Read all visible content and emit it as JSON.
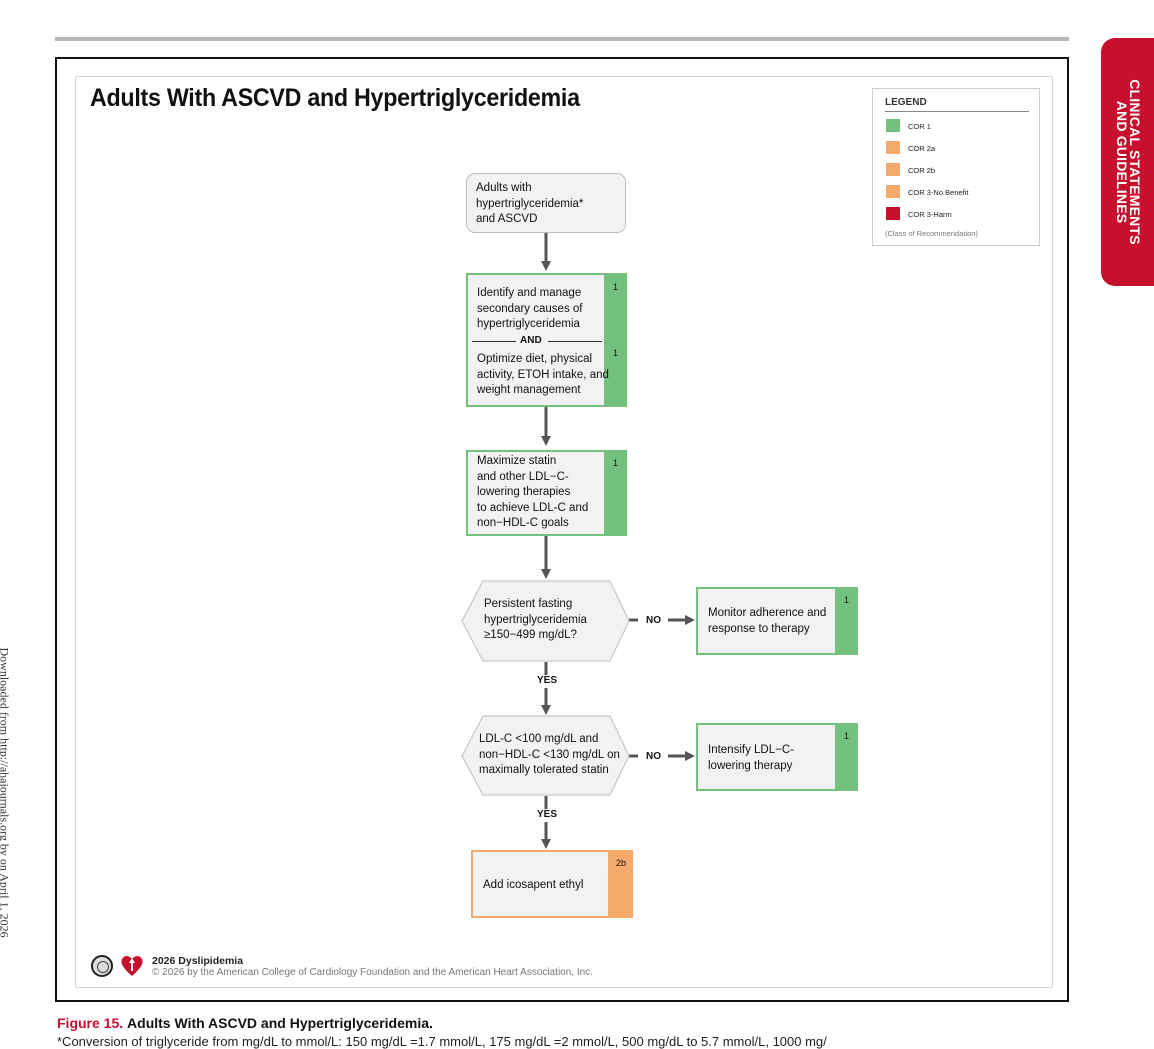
{
  "side_tab": {
    "line1": "CLINICAL STATEMENTS",
    "line2": "AND GUIDELINES"
  },
  "side_download": "Downloaded from http://ahajournals.org by on April 1, 2026",
  "figure": {
    "title": "Adults With ASCVD and Hypertriglyceridemia",
    "legend": {
      "title": "LEGEND",
      "items": [
        {
          "label": "COR 1",
          "color": "#74c17f"
        },
        {
          "label": "COR 2a",
          "color": "#f5a96b"
        },
        {
          "label": "COR 2b",
          "color": "#f5a96b"
        },
        {
          "label": "COR 3-No Benefit",
          "color": "#f5a96b"
        },
        {
          "label": "COR 3-Harm",
          "color": "#c9102b"
        }
      ],
      "note": "(Class of Recommendation)"
    },
    "start": {
      "line1": "Adults with",
      "line2": "hypertriglyceridemia*",
      "line3": "and ASCVD"
    },
    "step1": {
      "a_line1": "Identify and manage",
      "a_line2": "secondary causes of",
      "a_line3": "hypertriglyceridemia",
      "a_cor": "1",
      "and_label": "AND",
      "b_line1": "Optimize diet, physical",
      "b_line2": "activity, ETOH intake, and",
      "b_line3": "weight management",
      "b_cor": "1"
    },
    "step2": {
      "line1": "Maximize statin",
      "line2": "and other LDL−C-",
      "line3": "lowering therapies",
      "line4": "to achieve LDL-C and",
      "line5": "non−HDL-C goals",
      "cor": "1"
    },
    "decision1": {
      "line1": "Persistent fasting",
      "line2": "hypertriglyceridemia",
      "line3": "≥150−499 mg/dL?"
    },
    "decision1_no": {
      "line1": "Monitor adherence and",
      "line2": "response to therapy",
      "cor": "1"
    },
    "decision2": {
      "line1": "LDL-C <100 mg/dL and",
      "line2": "non−HDL-C <130 mg/dL on",
      "line3": "maximally tolerated statin"
    },
    "decision2_no": {
      "line1": "Intensify LDL−C-",
      "line2": "lowering therapy",
      "cor": "1"
    },
    "final": {
      "line1": "Add icosapent ethyl",
      "cor": "2b"
    },
    "labels": {
      "no": "NO",
      "yes": "YES"
    },
    "footer": {
      "title": "2026 Dyslipidemia",
      "copyright": "© 2026 by the American College of Cardiology Foundation and the American Heart Association, Inc."
    },
    "colors": {
      "cor1": "#74c17f",
      "cor2": "#f5a96b",
      "cor3harm": "#c9102b",
      "box_fill": "#f2f2f2",
      "arrow": "#555555"
    }
  },
  "caption": {
    "number": "Figure 15.",
    "text": "Adults With ASCVD and Hypertriglyceridemia."
  },
  "footnote": "*Conversion of triglyceride from mg/dL to mmol/L: 150 mg/dL =1.7 mmol/L, 175 mg/dL =2 mmol/L, 500 mg/dL to 5.7 mmol/L, 1000 mg/"
}
